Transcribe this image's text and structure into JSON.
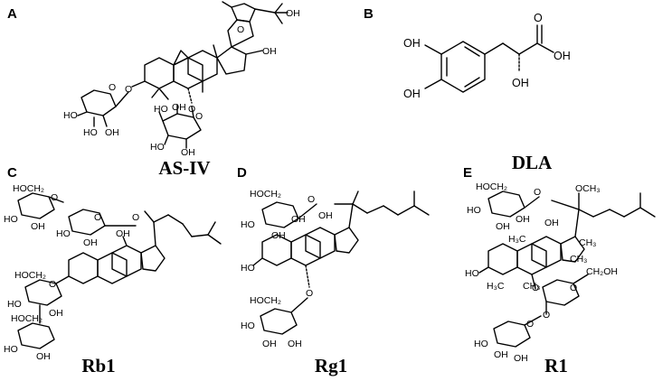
{
  "panels": [
    {
      "letter": "A",
      "name": "AS-IV"
    },
    {
      "letter": "B",
      "name": "DLA"
    },
    {
      "letter": "C",
      "name": "Rb1"
    },
    {
      "letter": "D",
      "name": "Rg1"
    },
    {
      "letter": "E",
      "name": "R1"
    }
  ],
  "atoms": {
    "oh": "OH",
    "ho": "HO",
    "o": "O",
    "hoch2": "HOCH₂",
    "ch2oh": "CH₂OH",
    "och3": "OCH₃",
    "h3c": "H₃C",
    "ch3": "CH₃"
  }
}
